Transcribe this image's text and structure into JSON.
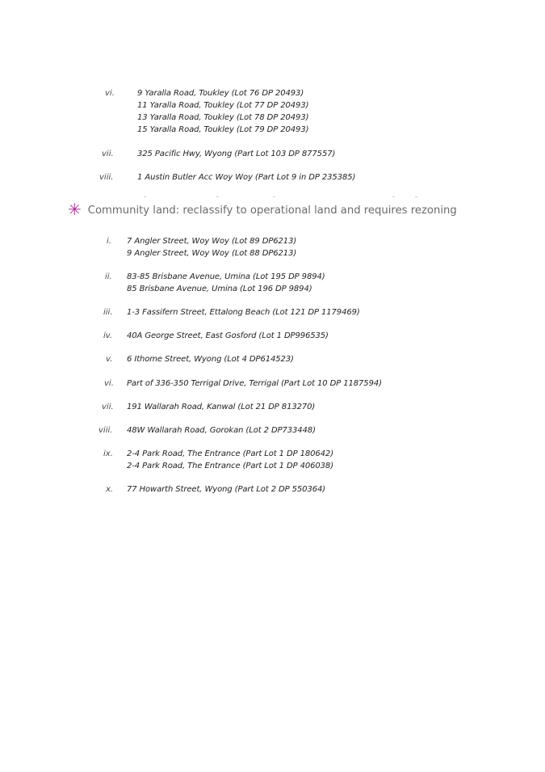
{
  "colors": {
    "accent": "#b0349a"
  },
  "heading": {
    "icon": "asterisk-icon",
    "text": "Community land: reclassify to operational land and requires rezoning"
  },
  "list_a": [
    {
      "numeral": "vi.",
      "lines": [
        "9 Yaralla Road, Toukley (Lot 76 DP 20493)",
        "11 Yaralla Road, Toukley (Lot 77 DP 20493)",
        "13 Yaralla Road, Toukley (Lot 78 DP 20493)",
        "15 Yaralla Road, Toukley (Lot 79 DP 20493)"
      ]
    },
    {
      "numeral": "vii.",
      "lines": [
        "325 Pacific Hwy, Wyong (Part Lot 103 DP 877557)"
      ]
    },
    {
      "numeral": "viii.",
      "lines": [
        "1 Austin Butler Acc Woy Woy (Part Lot 9 in DP 235385)"
      ]
    }
  ],
  "list_b": [
    {
      "numeral": "i.",
      "lines": [
        "7 Angler Street, Woy Woy (Lot 89 DP6213)",
        "9 Angler Street, Woy Woy (Lot 88 DP6213)"
      ]
    },
    {
      "numeral": "ii.",
      "lines": [
        "83-85 Brisbane Avenue, Umina (Lot 195 DP 9894)",
        "85 Brisbane Avenue, Umina (Lot 196 DP 9894)"
      ]
    },
    {
      "numeral": "iii.",
      "lines": [
        "1-3 Fassifern Street, Ettalong Beach (Lot 121 DP 1179469)"
      ]
    },
    {
      "numeral": "iv.",
      "lines": [
        "40A George Street, East Gosford (Lot 1 DP996535)"
      ]
    },
    {
      "numeral": "v.",
      "lines": [
        "6 Ithome Street, Wyong (Lot 4 DP614523)"
      ]
    },
    {
      "numeral": "vi.",
      "lines": [
        "Part of 336-350 Terrigal Drive, Terrigal (Part Lot 10 DP 1187594)"
      ]
    },
    {
      "numeral": "vii.",
      "lines": [
        "191 Wallarah Road, Kanwal (Lot 21 DP 813270)"
      ]
    },
    {
      "numeral": "viii.",
      "lines": [
        "48W Wallarah Road, Gorokan (Lot 2 DP733448)"
      ]
    },
    {
      "numeral": "ix.",
      "lines": [
        "2-4 Park Road, The Entrance (Part Lot 1 DP 180642)",
        "2-4 Park Road, The Entrance (Part Lot 1 DP 406038)"
      ]
    },
    {
      "numeral": "x.",
      "lines": [
        "77 Howarth Street, Wyong (Part Lot 2 DP 550364)"
      ]
    }
  ]
}
